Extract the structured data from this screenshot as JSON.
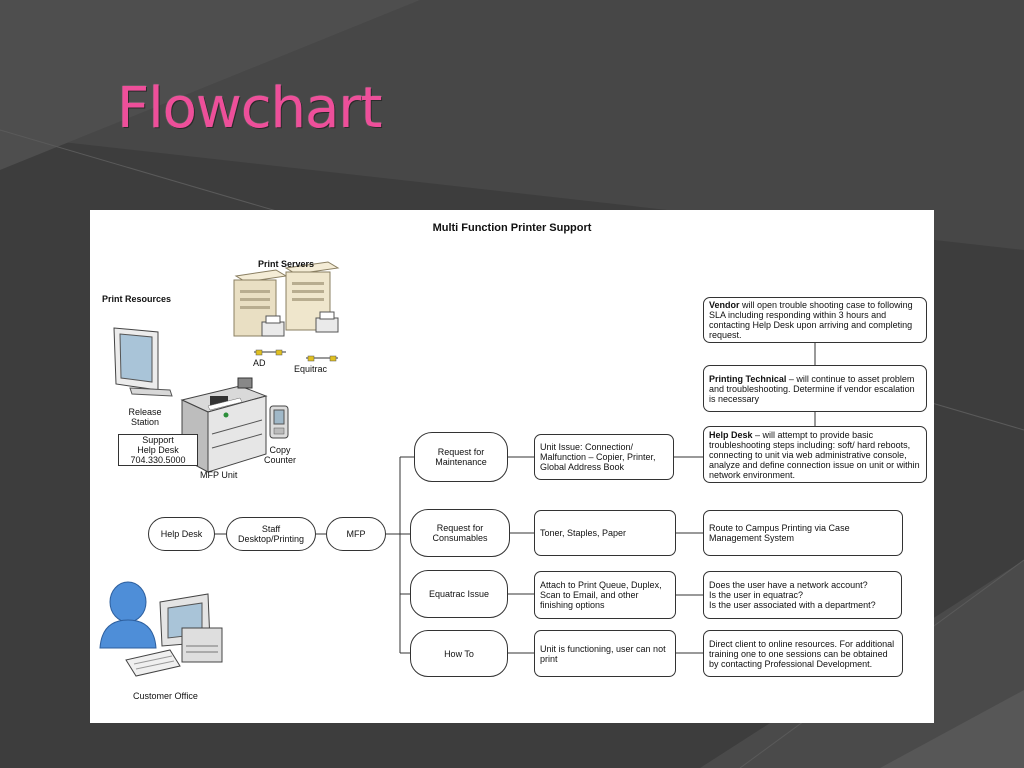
{
  "slide": {
    "title": "Flowchart"
  },
  "diagram": {
    "title": "Multi Function Printer Support",
    "print_resources_label": "Print Resources",
    "print_servers_label": "Print Servers",
    "server_ad_label": "AD",
    "server_equitrac_label": "Equitrac",
    "release_station_line1": "Release",
    "release_station_line2": "Station",
    "support_line1": "Support",
    "support_line2": "Help Desk",
    "support_line3": "704.330.5000",
    "copy_counter_line1": "Copy",
    "copy_counter_line2": "Counter",
    "mfp_unit_label": "MFP Unit",
    "customer_office_label": "Customer Office",
    "chain": {
      "help_desk": "Help Desk",
      "staff_desktop": "Staff Desktop/Printing",
      "mfp": "MFP"
    },
    "categories": {
      "maintenance": "Request for Maintenance",
      "consumables": "Request for Consumables",
      "equatrac": "Equatrac Issue",
      "howto": "How To"
    },
    "issues": {
      "maintenance": "Unit Issue: Connection/ Malfunction – Copier, Printer, Global Address Book",
      "consumables": "Toner, Staples, Paper",
      "equatrac": "Attach to Print Queue, Duplex, Scan to Email, and other finishing options",
      "howto": "Unit is functioning, user can not print"
    },
    "actions": {
      "vendor_bold": "Vendor",
      "vendor_text": " will open trouble shooting case to following SLA including responding within 3 hours and contacting Help Desk upon arriving and completing request.",
      "tech_bold": "Printing Technical",
      "tech_text": " – will continue to asset problem and troubleshooting. Determine if vendor escalation is necessary",
      "helpdesk_bold": "Help Desk",
      "helpdesk_text": " – will attempt to provide basic troubleshooting steps including: soft/ hard reboots, connecting to unit via web administrative console, analyze and define connection issue on unit or within network environment.",
      "consumables": "Route to Campus Printing via Case Management System",
      "equatrac_line1": "Does the user have a network account?",
      "equatrac_line2": "Is the user in equatrac?",
      "equatrac_line3": "Is the user associated with a department?",
      "howto": "Direct client to online resources. For additional training one to one sessions can be obtained by contacting Professional Development."
    }
  }
}
